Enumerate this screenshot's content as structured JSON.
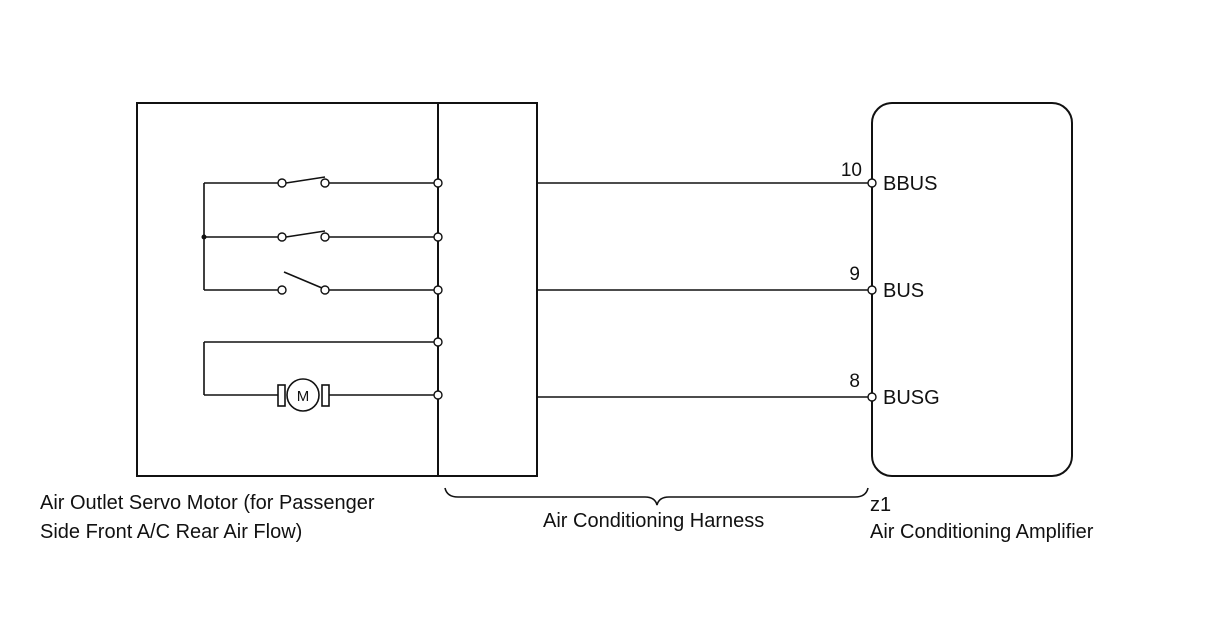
{
  "servo_motor": {
    "caption_line1": "Air Outlet Servo Motor (for Passenger",
    "caption_line2": "Side Front A/C Rear Air Flow)",
    "motor_symbol": "M"
  },
  "harness": {
    "caption": "Air Conditioning Harness"
  },
  "amplifier": {
    "connector": "z1",
    "caption": "Air Conditioning Amplifier"
  },
  "connections": [
    {
      "pin": "10",
      "signal": "BBUS"
    },
    {
      "pin": "9",
      "signal": "BUS"
    },
    {
      "pin": "8",
      "signal": "BUSG"
    }
  ],
  "colors": {
    "line": "#111111",
    "background": "#ffffff"
  }
}
